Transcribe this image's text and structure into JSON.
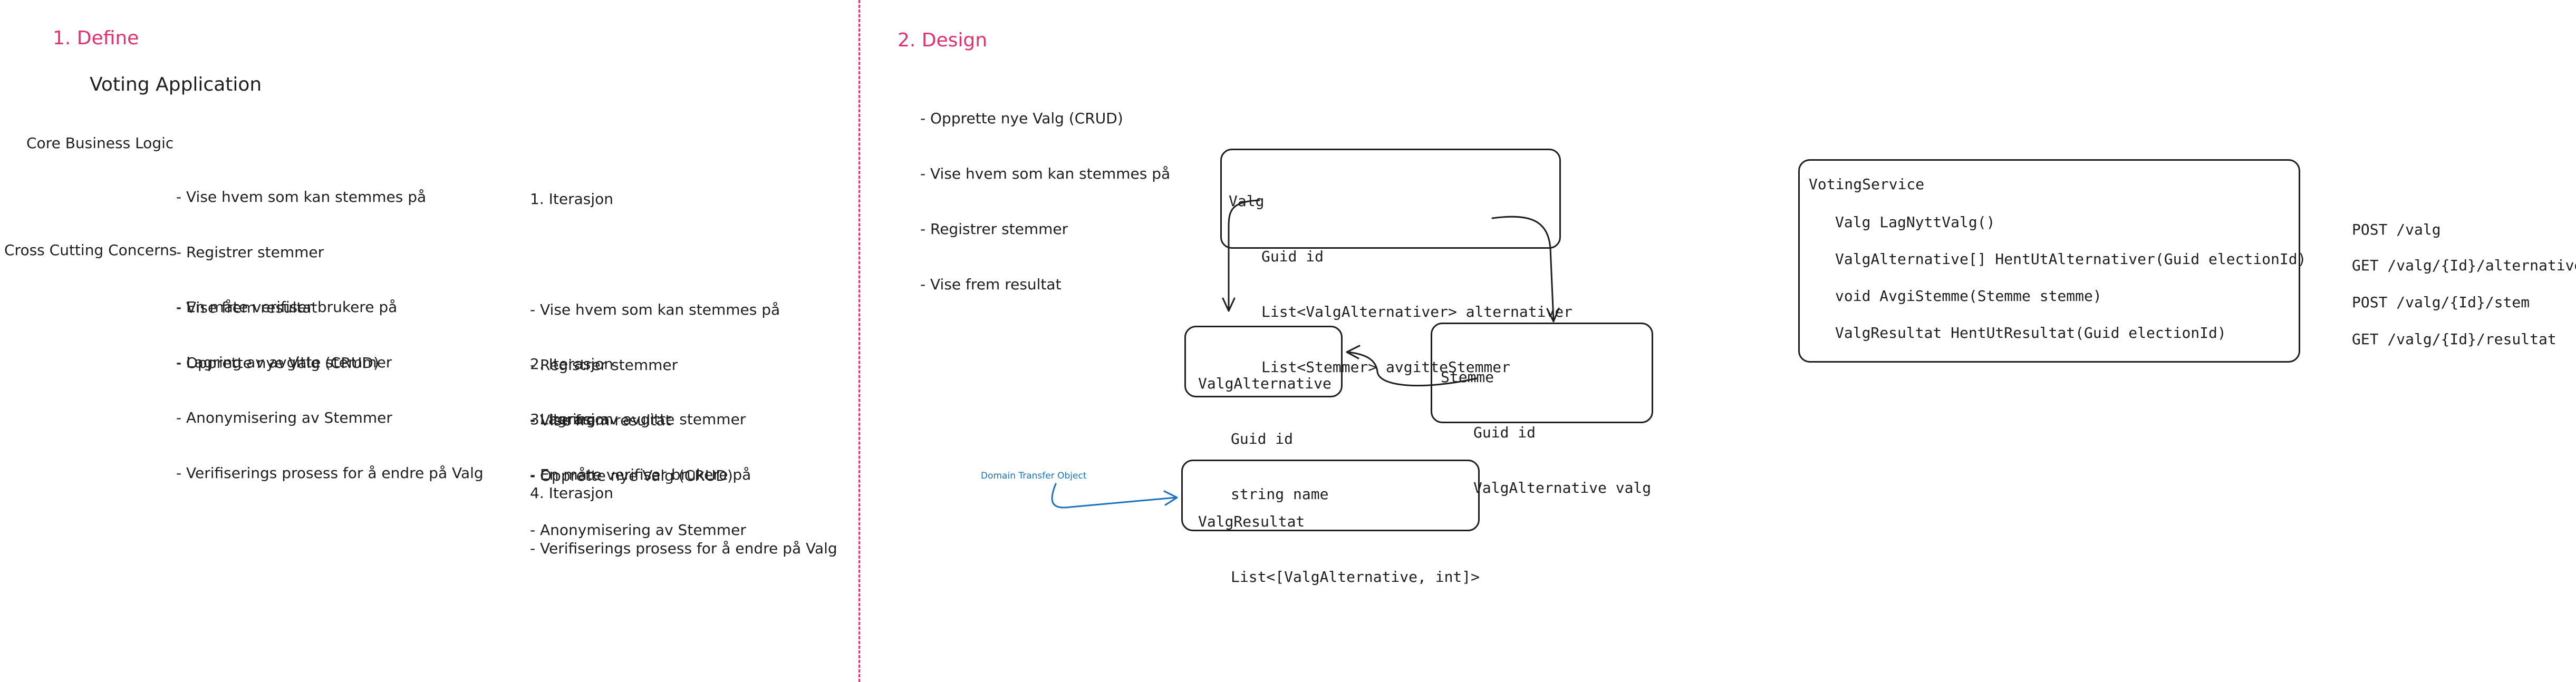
{
  "define": {
    "title": "1. Define",
    "app_title": "Voting Application",
    "core_label": "Core Business Logic",
    "core_items": [
      "- Vise hvem som kan stemmes på",
      "- Registrer stemmer",
      "- Vise frem resultat",
      "- Opprette nye Valg (CRUD)"
    ],
    "cross_label": "Cross Cutting Concerns",
    "cross_items": [
      "- En måte verifiser brukere på",
      "- Lagring av avgitte stemmer",
      "- Anonymisering av Stemmer",
      "- Verifiserings prosess for å endre på Valg"
    ],
    "iterations": [
      {
        "title": "1. Iterasjon",
        "items": [
          "",
          "- Vise hvem som kan stemmes på",
          "- Registrer stemmer",
          "- Vise frem resultat",
          "- Opprette nye Valg (CRUD)"
        ]
      },
      {
        "title": "2. Iterasjon",
        "items": [
          "- Lagring av avgitte stemmer"
        ]
      },
      {
        "title": "3. Iterasjon",
        "items": [
          "- En måte verifiser brukere på",
          "- Anonymisering av Stemmer"
        ]
      },
      {
        "title": "4. Iterasjon",
        "items": [
          "- Verifiserings prosess for å endre på Valg"
        ]
      }
    ]
  },
  "design": {
    "title": "2. Design",
    "items": [
      "- Opprette nye Valg (CRUD)",
      "- Vise hvem som kan stemmes på",
      "- Registrer stemmer",
      "- Vise frem resultat"
    ],
    "classes": {
      "valg": {
        "name": "Valg",
        "fields": [
          "Guid id",
          "List<ValgAlternativer> alternativer",
          "List<Stemmer> avgitteStemmer"
        ]
      },
      "valg_alternative": {
        "name": "ValgAlternative",
        "fields": [
          "Guid id",
          "string name"
        ]
      },
      "stemme": {
        "name": "Stemme",
        "fields": [
          "Guid id",
          "ValgAlternative valg"
        ]
      },
      "valg_resultat": {
        "name": "ValgResultat",
        "fields": [
          "List<[ValgAlternative, int]>"
        ]
      }
    },
    "dto_note": "Domain Transfer Object",
    "service": {
      "name": "VotingService",
      "methods": [
        "Valg LagNyttValg()",
        "ValgAlternative[] HentUtAlternativer(Guid electionId)",
        "void AvgiStemme(Stemme stemme)",
        "ValgResultat HentUtResultat(Guid electionId)"
      ]
    },
    "endpoints": [
      "POST /valg",
      "GET /valg/{Id}/alternativer",
      "POST /valg/{Id}/stem",
      "GET /valg/{Id}/resultat"
    ]
  },
  "colors": {
    "accent": "#e03170",
    "ink": "#1e1e1e",
    "note": "#1971c2"
  }
}
